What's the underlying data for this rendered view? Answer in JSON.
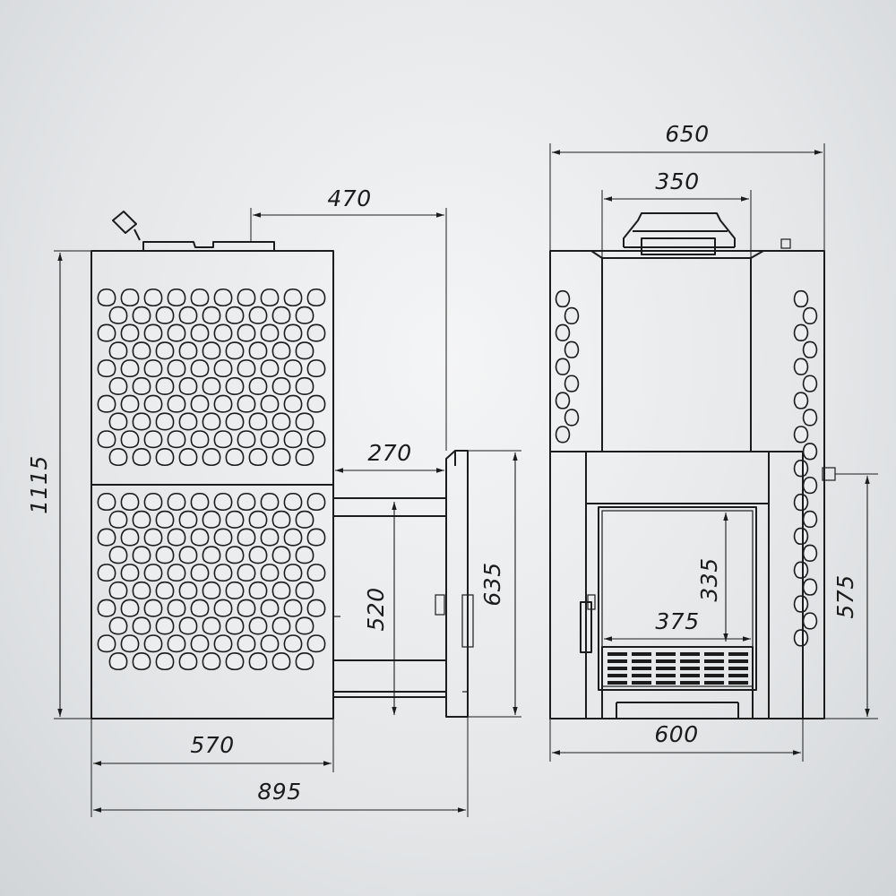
{
  "views": {
    "side": {
      "dims": {
        "height_total": "1115",
        "top_depth": "470",
        "tunnel_length": "270",
        "tunnel_height": "520",
        "door_height": "635",
        "body_width": "570",
        "overall_depth": "895"
      }
    },
    "front": {
      "dims": {
        "overall_width": "650",
        "tank_width": "350",
        "door_opening_height": "335",
        "door_opening_width": "375",
        "side_height": "575",
        "base_width": "600"
      }
    }
  },
  "colors": {
    "line": "#1c1c1c",
    "background": "#e6e8ea"
  }
}
